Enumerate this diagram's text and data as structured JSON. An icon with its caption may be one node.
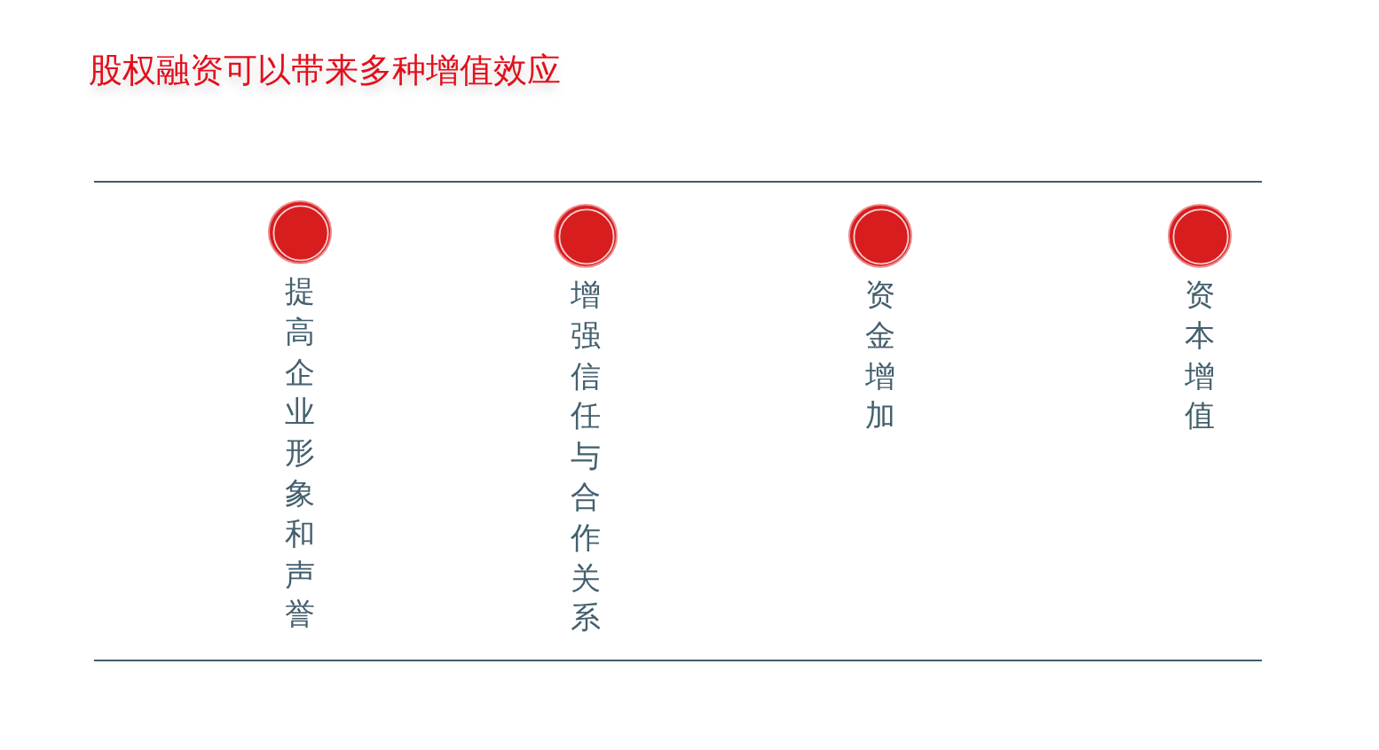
{
  "diagram": {
    "title": "股权融资可以带来多种增值效应",
    "labels": [
      "提高企业形象和声誉",
      "增强信任与合作关系",
      "资金增加",
      "资本增值"
    ]
  }
}
